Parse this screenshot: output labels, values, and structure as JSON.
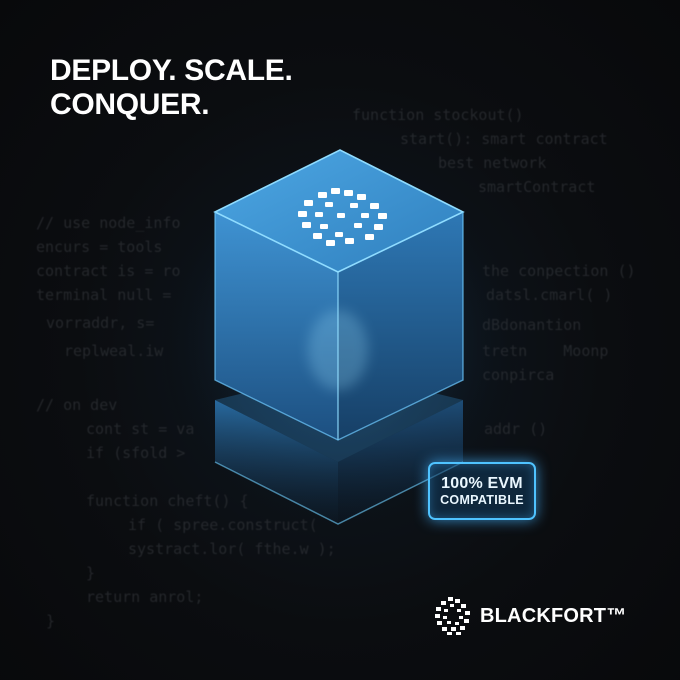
{
  "headline": {
    "line1": "DEPLOY. SCALE.",
    "line2": "CONQUER."
  },
  "badge": {
    "line1": "100% EVM",
    "line2": "COMPATIBLE"
  },
  "brand": {
    "name": "BLACKFORT™",
    "logo_icon": "blackfort-logo-icon"
  },
  "code_lines": [
    "function stockout()",
    "start(): smart contract",
    "best network",
    "smartContract",
    "// use node_info",
    "encurs = tools",
    "contract is = ro",
    "terminal null =",
    "vorraddr, s=",
    "replweal.iw",
    "// on dev",
    "cont st = va",
    "if (sfold >",
    "function cheft() {",
    "if ( spree.construct(",
    "systract.lor( fthe.w );",
    "}",
    "return anrol;",
    "}",
    "the conpection ()",
    "datsl.cmarl( )",
    "dBdonantion",
    "tretn    Moonp",
    "conpirca",
    "addr ()"
  ],
  "colors": {
    "background": "#0b0c0e",
    "cube_blue": "#3d8fcf",
    "glow": "#4fc3ff"
  }
}
